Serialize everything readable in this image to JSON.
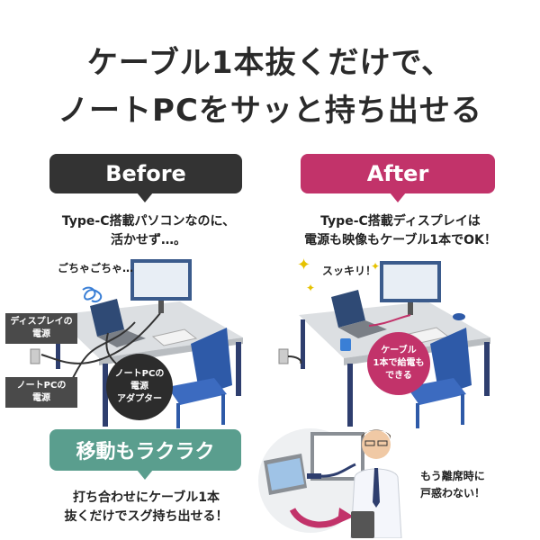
{
  "headline": {
    "line1": "ケーブル1本抜くだけで、",
    "line2": "ノートPCをサッと持ち出せる"
  },
  "before": {
    "label": "Before",
    "caption_line1": "Type-C搭載パソコンなのに、",
    "caption_line2": "活かせず…。",
    "messy_text": "ごちゃごちゃ…",
    "display_power_line1": "ディスプレイの",
    "display_power_line2": "電源",
    "note_power_line1": "ノートPCの",
    "note_power_line2": "電源",
    "adapter_line1": "ノートPCの",
    "adapter_line2": "電源",
    "adapter_line3": "アダプター"
  },
  "after": {
    "label": "After",
    "caption_line1": "Type-C搭載ディスプレイは",
    "caption_line2": "電源も映像もケーブル1本でOK！",
    "clean_text": "スッキリ！",
    "power_line1": "ケーブル",
    "power_line2": "1本で給電も",
    "power_line3": "できる"
  },
  "mobility": {
    "label": "移動もラクラク",
    "caption_line1": "打ち合わせにケーブル1本",
    "caption_line2": "抜くだけでスグ持ち出せる！",
    "no_worry_line1": "もう離席時に",
    "no_worry_line2": "戸惑わない！"
  },
  "colors": {
    "before": "#333333",
    "after": "#c2336a",
    "mobility": "#5a9e8e",
    "desk": "#d9dcdf",
    "chair": "#2e5aa8",
    "monitor": "#3b5b8c"
  }
}
